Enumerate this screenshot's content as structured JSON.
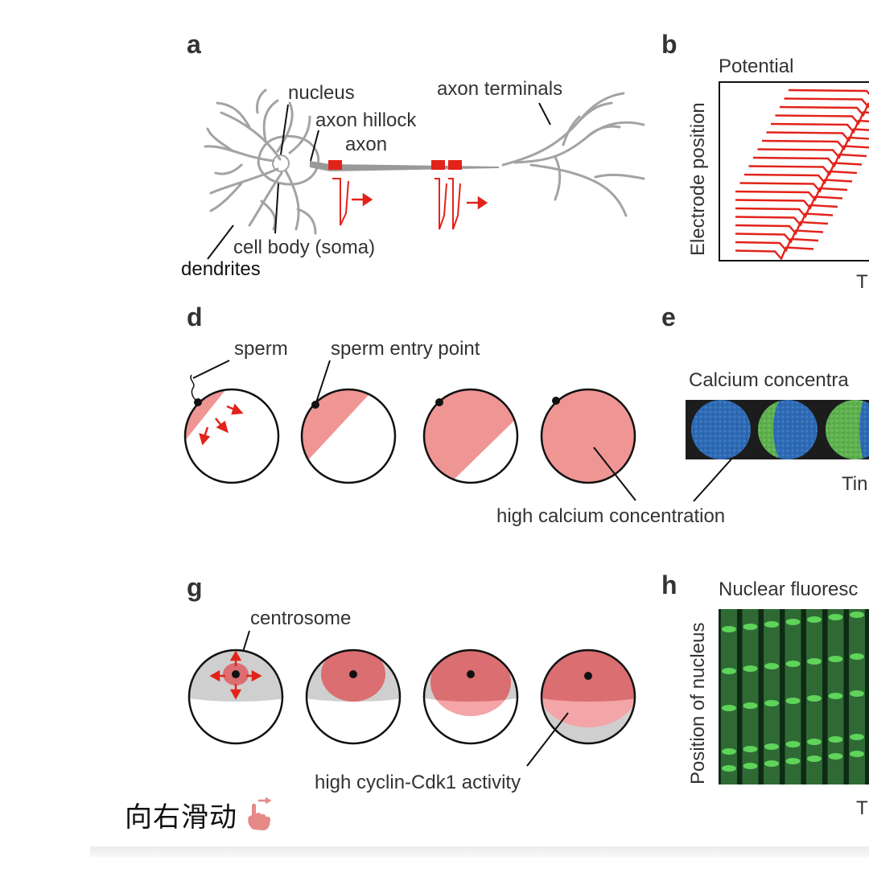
{
  "panels": {
    "a": {
      "letter": "a",
      "labels": {
        "nucleus": "nucleus",
        "axon_hillock": "axon hillock",
        "axon": "axon",
        "axon_terminals": "axon terminals",
        "cell_body": "cell body (soma)",
        "dendrites": "dendrites"
      }
    },
    "b": {
      "letter": "b",
      "title": "Potential",
      "ylabel": "Electrode position",
      "xlabel": "T"
    },
    "d": {
      "letter": "d",
      "labels": {
        "sperm": "sperm",
        "sperm_entry_point": "sperm entry point",
        "high_calcium": "high calcium concentration"
      }
    },
    "e": {
      "letter": "e",
      "title": "Calcium concentra",
      "xlabel": "Tin"
    },
    "g": {
      "letter": "g",
      "labels": {
        "centrosome": "centrosome",
        "cyclin": "high cyclin-Cdk1 activity"
      }
    },
    "h": {
      "letter": "h",
      "title": "Nuclear fluoresc",
      "ylabel": "Position of nucleus",
      "xlabel": "T"
    }
  },
  "swipe_hint": {
    "text": "向右滑动",
    "icon": "swipe-hand-icon"
  },
  "colors": {
    "signal_red": "#e2231a",
    "calcium_pink": "#ef9594",
    "cyclin_dark": "#db6e70",
    "cyclin_light": "#f3a5a7",
    "neuron_gray": "#a3a3a3",
    "calcium_blue": "#2f6bb5",
    "fluor_green": "#3da83e"
  }
}
